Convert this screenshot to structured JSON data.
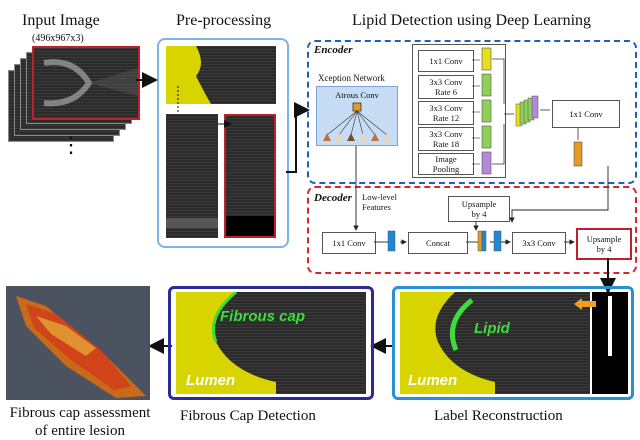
{
  "input": {
    "title": "Input Image",
    "dims": "(496x967x3)",
    "ellipsis": "⋮"
  },
  "preprocessing": {
    "title": "Pre-processing"
  },
  "lipid": {
    "title": "Lipid Detection using Deep Learning"
  },
  "encoder": {
    "title": "Encoder",
    "xception": "Xception Network",
    "atrous": "Atrous Conv",
    "blocks": [
      {
        "line1": "1x1 Conv",
        "line2": ""
      },
      {
        "line1": "3x3 Conv",
        "line2": "Rate 6"
      },
      {
        "line1": "3x3 Conv",
        "line2": "Rate 12"
      },
      {
        "line1": "3x3 Conv",
        "line2": "Rate 18"
      },
      {
        "line1": "Image",
        "line2": "Pooling"
      }
    ],
    "merge_conv": "1x1 Conv"
  },
  "decoder": {
    "title": "Decoder",
    "lowlevel_line1": "Low-level",
    "lowlevel_line2": "Features",
    "conv1": "1x1 Conv",
    "upsample_line1": "Upsample",
    "upsample_line2": "by 4",
    "concat": "Concat",
    "conv3": "3x3 Conv",
    "final_line1": "Upsample",
    "final_line2": "by 4"
  },
  "bottom": {
    "fca_line1": "Fibrous cap assessment",
    "fca_line2": "of entire lesion",
    "fcd_title": "Fibrous Cap Detection",
    "label_recon_title": "Label Reconstruction",
    "fibrous_cap": "Fibrous cap",
    "lumen1": "Lumen",
    "lipid": "Lipid",
    "lumen2": "Lumen"
  },
  "colors": {
    "yellow": "#d8d400",
    "lightblue": "#7fb2e5",
    "darkblue": "#1f5fbf",
    "red": "#d9262c",
    "navy": "#2a2a9a",
    "green": "#3ddc3d",
    "orange": "#f0a020"
  }
}
